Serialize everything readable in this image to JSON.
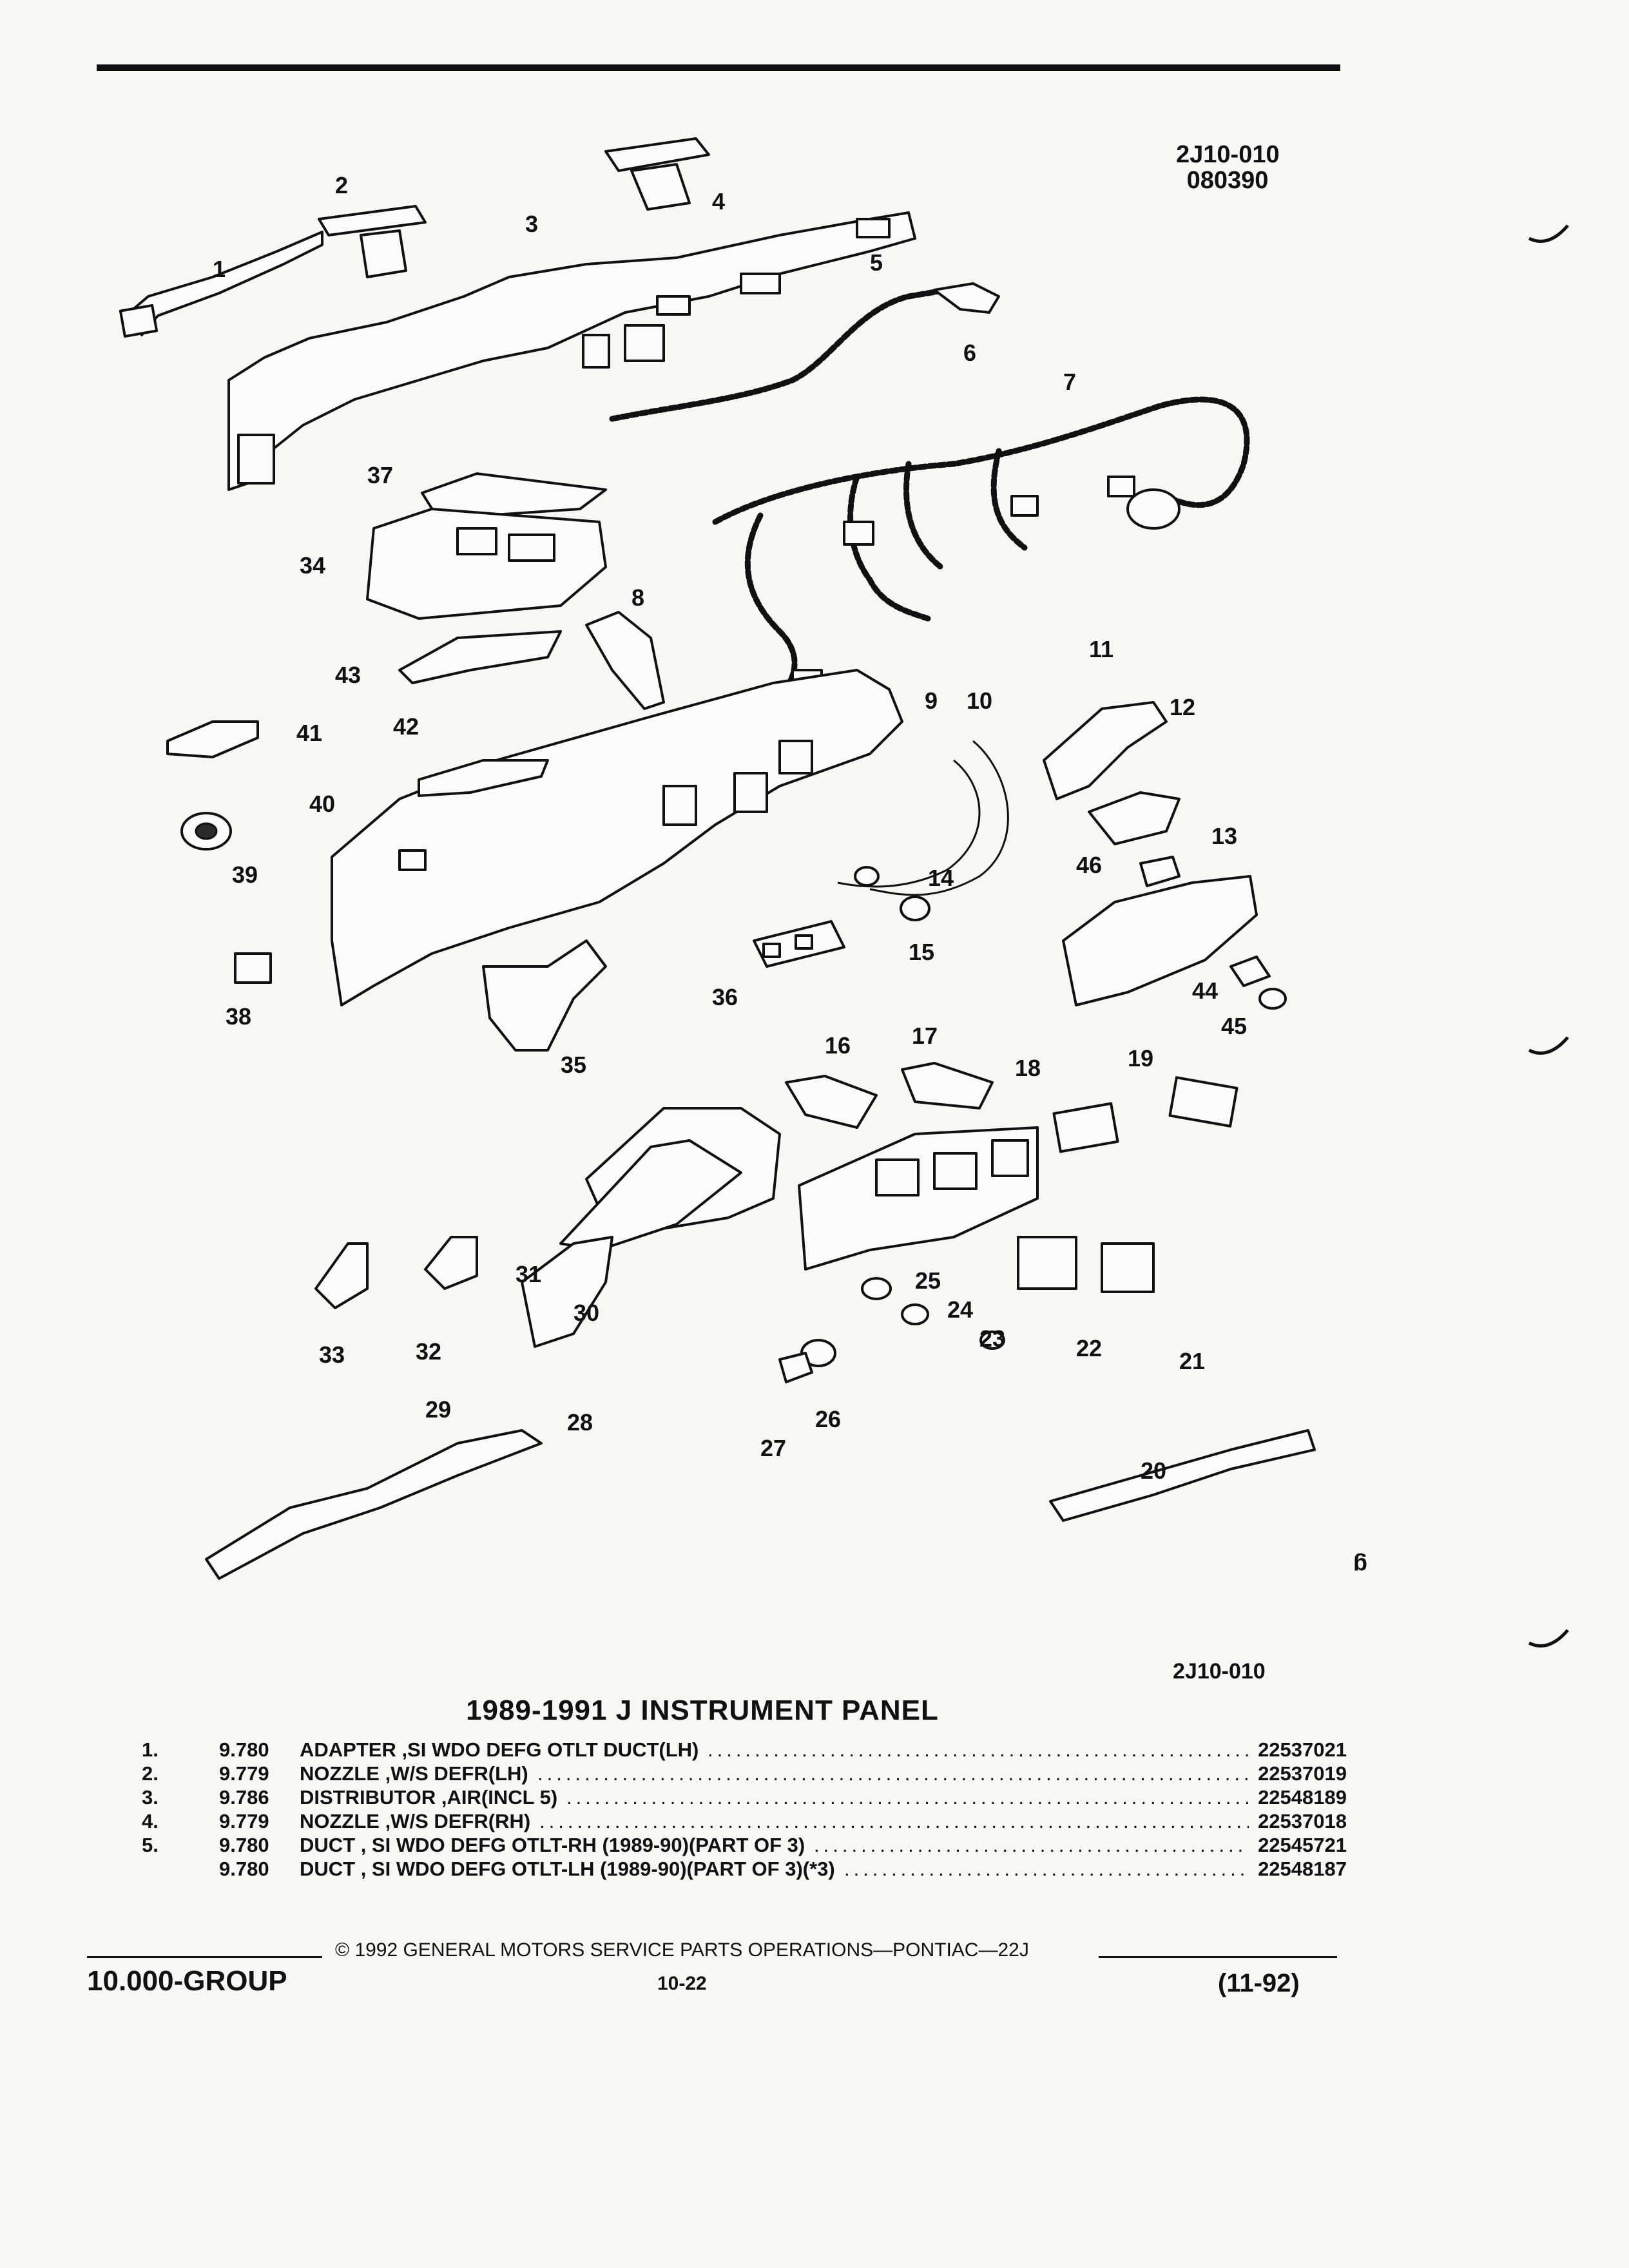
{
  "header": {
    "ref_code": "2J10-010",
    "ref_date": "080390"
  },
  "diagram": {
    "bottom_code": "2J10-010",
    "callouts": [
      "1",
      "2",
      "3",
      "4",
      "5",
      "6",
      "7",
      "8",
      "9",
      "10",
      "11",
      "12",
      "13",
      "14",
      "15",
      "16",
      "17",
      "18",
      "19",
      "20",
      "21",
      "22",
      "23",
      "24",
      "25",
      "26",
      "27",
      "28",
      "29",
      "30",
      "31",
      "32",
      "33",
      "34",
      "35",
      "36",
      "37",
      "38",
      "39",
      "40",
      "41",
      "42",
      "43",
      "44",
      "45",
      "46"
    ]
  },
  "figure_title": "1989-1991 J INSTRUMENT PANEL",
  "parts": [
    {
      "num": "1.",
      "group": "9.780",
      "desc": "ADAPTER ,SI WDO DEFG OTLT DUCT(LH)",
      "pn": "22537021"
    },
    {
      "num": "2.",
      "group": "9.779",
      "desc": "NOZZLE ,W/S DEFR(LH)",
      "pn": "22537019"
    },
    {
      "num": "3.",
      "group": "9.786",
      "desc": "DISTRIBUTOR ,AIR(INCL 5)",
      "pn": "22548189"
    },
    {
      "num": "4.",
      "group": "9.779",
      "desc": "NOZZLE ,W/S DEFR(RH)",
      "pn": "22537018"
    },
    {
      "num": "5.",
      "group": "9.780",
      "desc": "DUCT , SI WDO DEFG OTLT-RH (1989-90)(PART OF 3)",
      "pn": "22545721"
    },
    {
      "num": "",
      "group": "9.780",
      "desc": "DUCT , SI WDO DEFG OTLT-LH (1989-90)(PART OF 3)(*3)",
      "pn": "22548187"
    }
  ],
  "footer": {
    "copyright": "© 1992 GENERAL MOTORS SERVICE PARTS OPERATIONS—PONTIAC—22J",
    "group": "10.000-GROUP",
    "page": "10-22",
    "date": "(11-92)"
  }
}
